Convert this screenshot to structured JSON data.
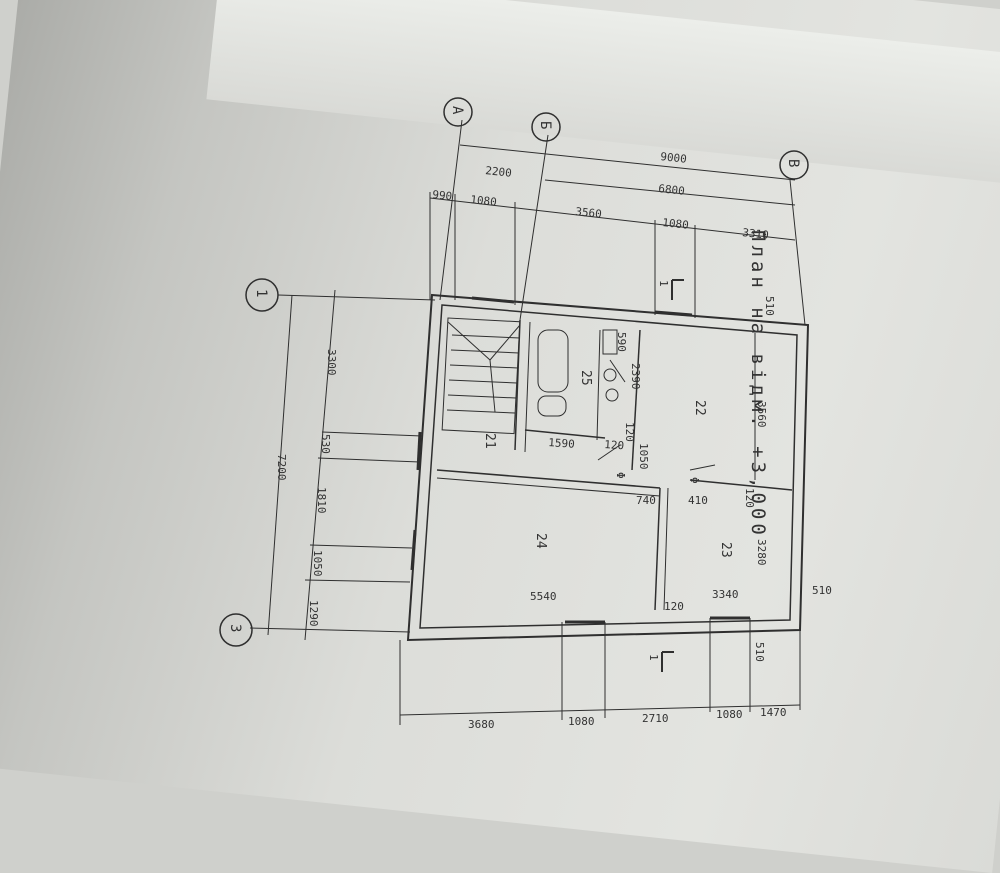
{
  "title": "План на відм. +3,000",
  "axes": {
    "letters": [
      "А",
      "Б",
      "В"
    ],
    "numbers": [
      "1",
      "3"
    ]
  },
  "section_marks": [
    "1",
    "1"
  ],
  "rooms": [
    "21",
    "22",
    "23",
    "24",
    "25"
  ],
  "door_symbols": [
    "Φ",
    "Φ"
  ],
  "dims": {
    "top_overall": "9000",
    "top_2200": "2200",
    "top_6800": "6800",
    "top_990": "990",
    "top_1080a": "1080",
    "top_3560": "3560",
    "top_1080b": "1080",
    "top_3310": "3310",
    "left_7200": "7200",
    "left_3300": "3300",
    "left_530": "530",
    "left_1810": "1810",
    "left_1050": "1050",
    "left_1290": "1290",
    "bottom_3680": "3680",
    "bottom_1080a": "1080",
    "bottom_2710": "2710",
    "bottom_1080b": "1080",
    "bottom_1470": "1470",
    "int_2390": "2390",
    "int_590": "590",
    "int_3560": "3560",
    "int_1590": "1590",
    "int_120a": "120",
    "int_120b": "120",
    "int_1050": "1050",
    "int_740": "740",
    "int_410": "410",
    "int_120c": "120",
    "int_3280": "3280",
    "int_5540": "5540",
    "int_120d": "120",
    "int_3340": "3340",
    "wall_510a": "510",
    "wall_510b": "510",
    "wall_510c": "510"
  }
}
